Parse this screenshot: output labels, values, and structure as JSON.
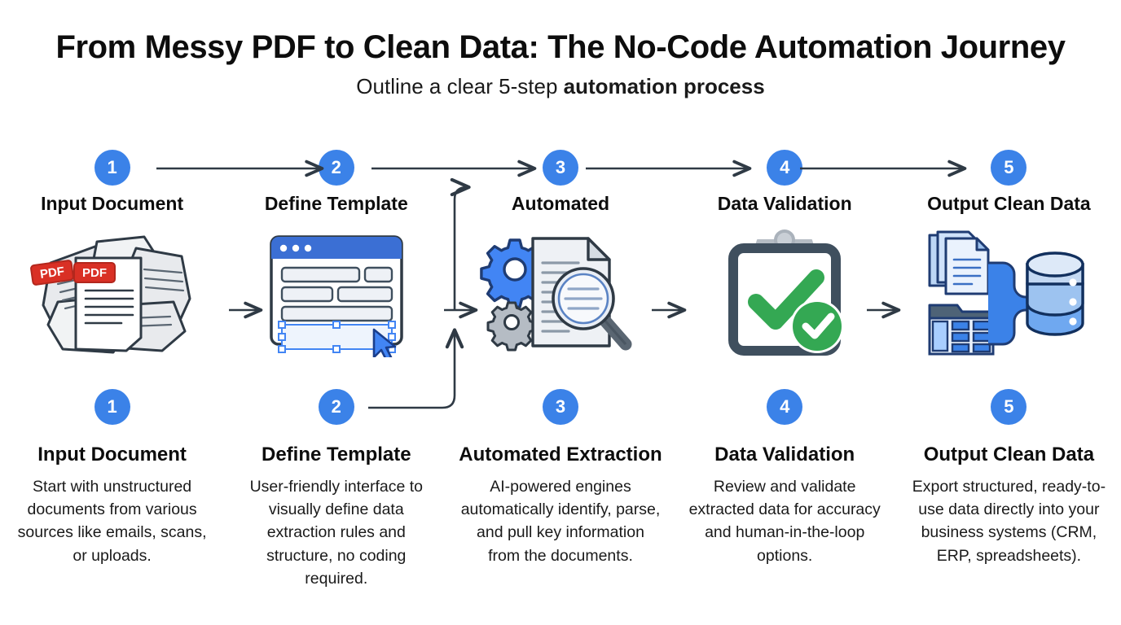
{
  "header": {
    "title": "From Messy PDF to Clean Data: The No-Code Automation Journey",
    "subtitle_lead": "Outline a clear 5-step ",
    "subtitle_bold": "automation process"
  },
  "theme": {
    "badge_blue": "#3b82e8",
    "accent_blue": "#4285f4",
    "ink": "#0d0d0d",
    "line": "#2f3a45",
    "green": "#34a853",
    "red": "#d93025",
    "slate": "#3f4f5e",
    "paper": "#f1f3f4"
  },
  "steps": [
    {
      "number": "1",
      "head_label": "Input Document",
      "title": "Input Document",
      "description": "Start with unstructured documents from various sources like emails, scans, or uploads.",
      "icon": "messy-pdf-stack-icon",
      "pdf_tag_a": "PDF",
      "pdf_tag_b": "PDF"
    },
    {
      "number": "2",
      "head_label": "Define Template",
      "title": "Define Template",
      "description": "User-friendly interface to visually define data extraction rules and structure, no coding required.",
      "icon": "template-builder-window-icon"
    },
    {
      "number": "3",
      "head_label": "Automated",
      "title": "Automated Extraction",
      "description": "AI-powered engines automatically identify, parse, and pull key information from the documents.",
      "icon": "gears-document-magnifier-icon"
    },
    {
      "number": "4",
      "head_label": "Data Validation",
      "title": "Data Validation",
      "description": "Review and validate extracted data for accuracy and human-in-the-loop options.",
      "icon": "clipboard-check-icon"
    },
    {
      "number": "5",
      "head_label": "Output Clean Data",
      "title": "Output Clean Data",
      "description": "Export structured, ready-to-use data directly into your business systems (CRM, ERP, spreadsheets).",
      "icon": "documents-to-database-icon"
    }
  ],
  "connectors": {
    "top_arrows": [
      "step1-to-step2",
      "step2-to-step3",
      "step3-to-step4",
      "step4-to-step5"
    ],
    "mid_arrows": [
      "art1-to-art2",
      "art2-to-art3",
      "art3-to-art4",
      "art4-to-art5"
    ],
    "elbow_up": "define-template-up-to-automated",
    "elbow_down": "define-template-bottom-to-extraction"
  }
}
